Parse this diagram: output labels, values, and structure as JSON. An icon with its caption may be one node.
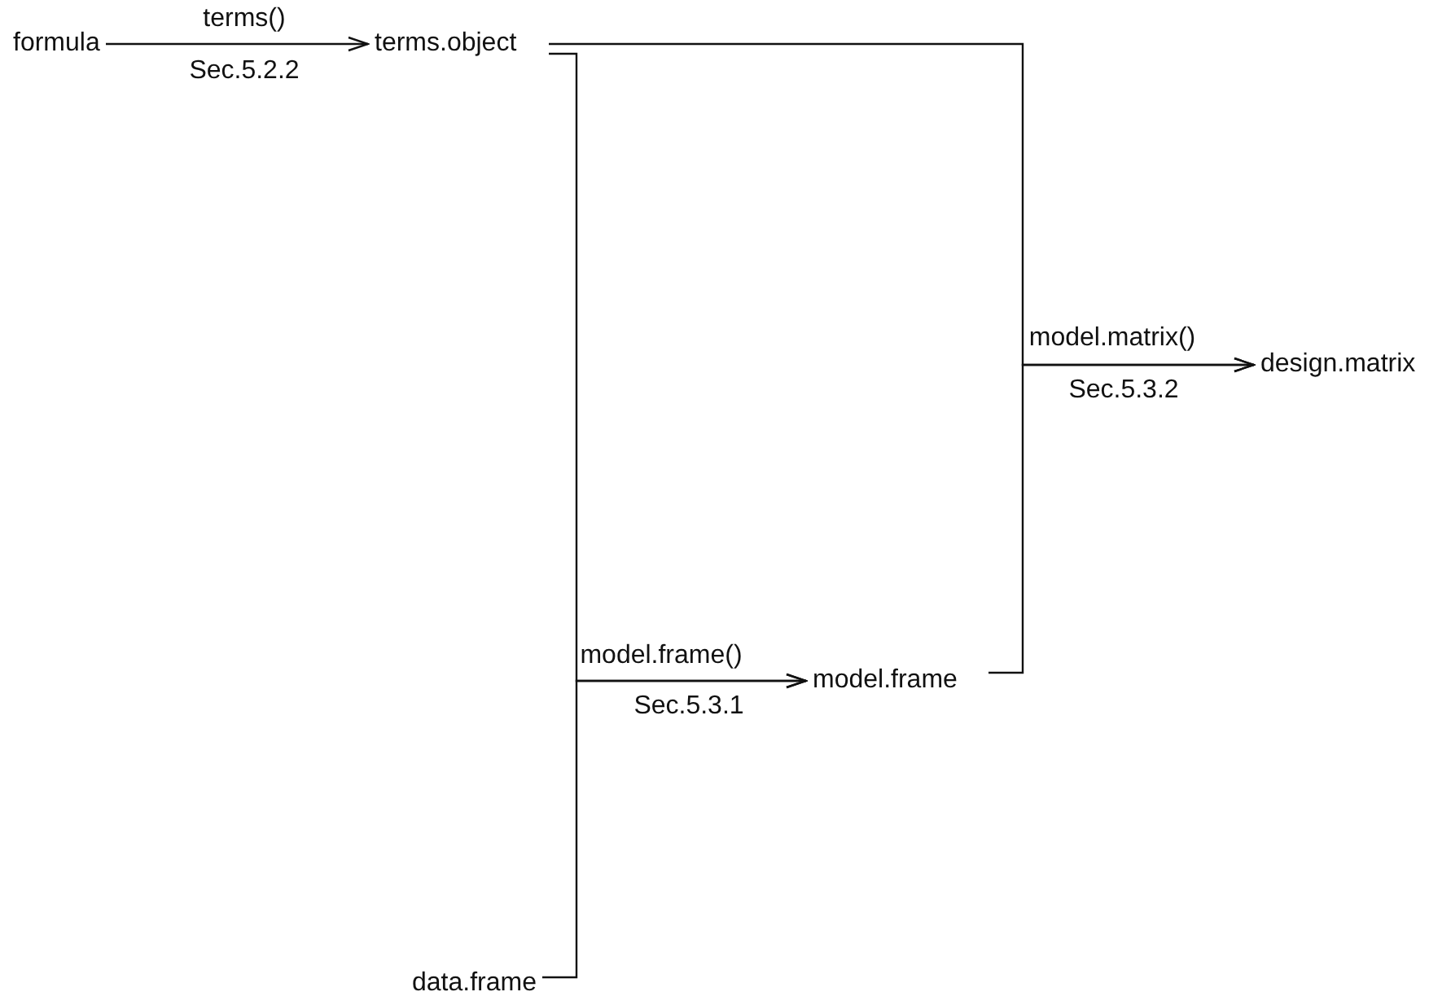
{
  "diagram": {
    "nodes": [
      {
        "text": [
          "formula"
        ]
      },
      {
        "text": [
          "terms.object"
        ]
      },
      {
        "text": [
          "design.matrix"
        ]
      },
      {
        "text": [
          "model.frame"
        ]
      },
      {
        "text": [
          "data.frame"
        ]
      }
    ],
    "edges": [
      {
        "from": 0,
        "to": 1,
        "arrow": "to",
        "label": "terms()"
      },
      {
        "from": 1,
        "to": 3,
        "arrow": "to",
        "label": "model.frame()"
      },
      {
        "from": 4,
        "to": 3,
        "arrow": "to"
      },
      {
        "from": 1,
        "to": 2,
        "arrow": "to",
        "label": "model.matrix()"
      },
      {
        "from": 3,
        "to": 2,
        "arrow": "to"
      }
    ],
    "labels": [
      "Sec.5.2.2",
      "Sec.5.3.1",
      "Sec.5.3.2"
    ]
  }
}
